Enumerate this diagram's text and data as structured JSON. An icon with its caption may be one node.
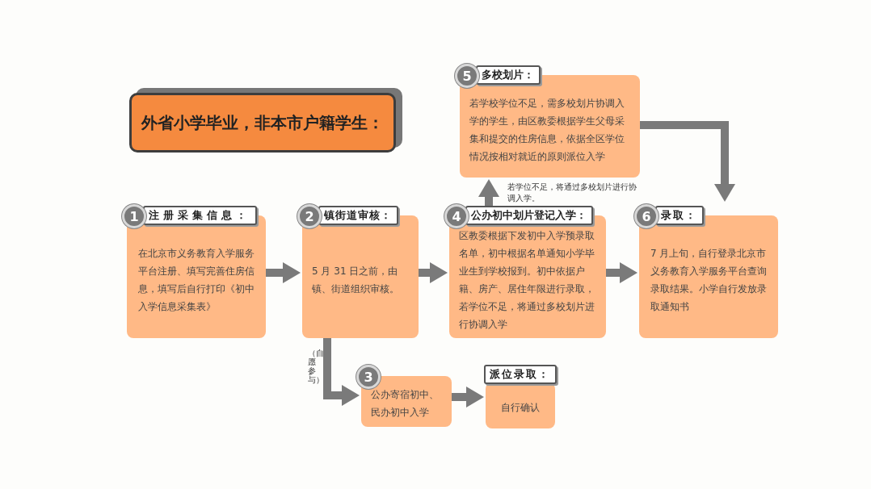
{
  "diagram": {
    "title": "外省小学毕业，非本市户籍学生：",
    "nodes": [
      {
        "text": [
          "1",
          "注册采集信息：",
          "在北京市义务教育入学服务平台注册、填写完善住房信息，填写后自行打印《初中入学信息采集表》"
        ]
      },
      {
        "text": [
          "2",
          "镇街道审核：",
          "5 月 31 日之前，由镇、街道组织审核。"
        ]
      },
      {
        "text": [
          "4",
          "公办初中划片登记入学：",
          "区教委根据下发初中入学预录取名单，初中根据名单通知小学毕业生到学校报到。初中依据户籍、房产、居住年限进行录取，若学位不足，将通过多校划片进行协调入学"
        ]
      },
      {
        "text": [
          "5",
          "多校划片：",
          "若学校学位不足，需多校划片协调入学的学生，由区教委根据学生父母采集和提交的住房信息，依据全区学位情况按相对就近的原则派位入学"
        ]
      },
      {
        "text": [
          "6",
          "录取：",
          "7 月上旬，自行登录北京市义务教育入学服务平台查询录取结果。小学自行发放录取通知书"
        ]
      },
      {
        "text": [
          "3",
          "公办寄宿初中、民办初中入学"
        ]
      },
      {
        "text": [
          "派位录取：",
          "自行确认"
        ]
      }
    ],
    "edges": [
      {
        "from": 0,
        "to": 1,
        "arrow": "to"
      },
      {
        "from": 1,
        "to": 2,
        "arrow": "to"
      },
      {
        "from": 2,
        "to": 3,
        "arrow": "to",
        "label": "若学位不足，将通过多校划片进行协调入学。"
      },
      {
        "from": 3,
        "to": 4,
        "arrow": "to"
      },
      {
        "from": 2,
        "to": 4,
        "arrow": "to"
      },
      {
        "from": 1,
        "to": 5,
        "arrow": "to",
        "label": "（自愿参与）"
      },
      {
        "from": 5,
        "to": 6,
        "arrow": "to"
      }
    ]
  }
}
